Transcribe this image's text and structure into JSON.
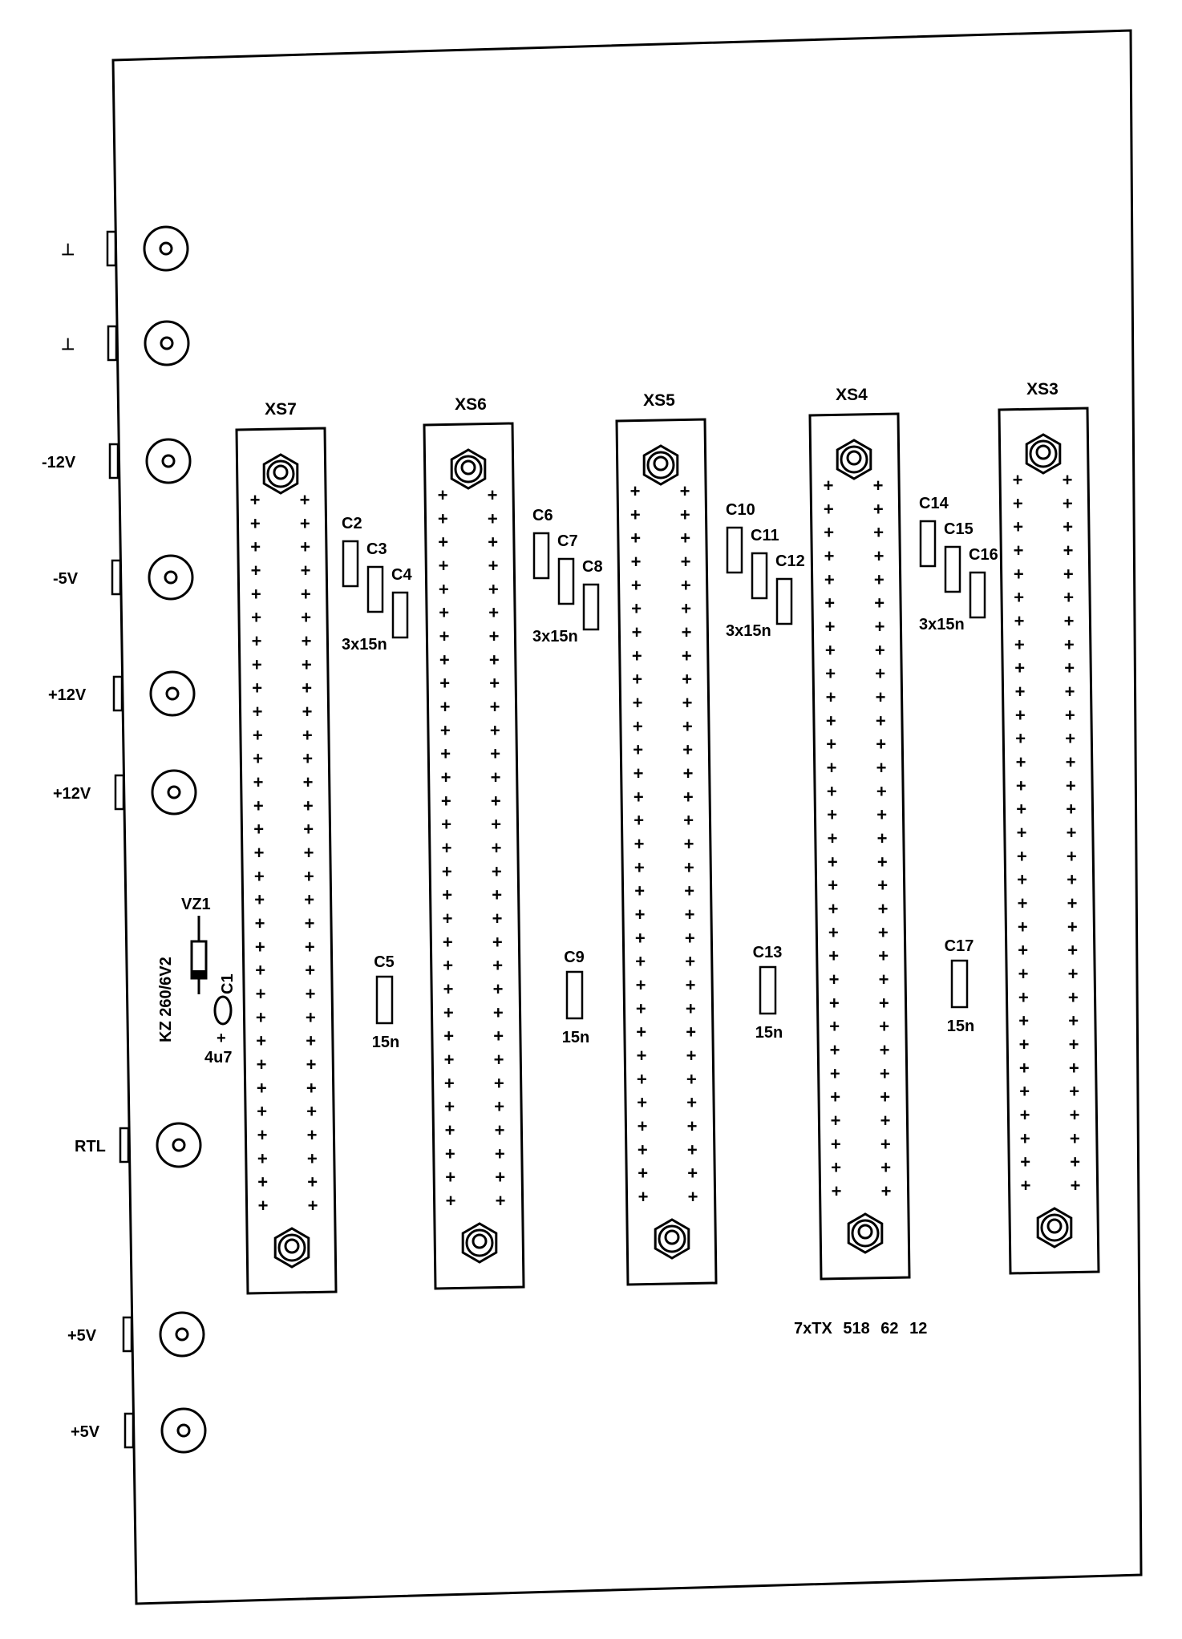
{
  "terminals": [
    {
      "label": "⊥"
    },
    {
      "label": "⊥"
    },
    {
      "label": "-12V"
    },
    {
      "label": "-5V"
    },
    {
      "label": "+12V"
    },
    {
      "label": "+12V"
    },
    {
      "label": "RTL"
    },
    {
      "label": "+5V"
    },
    {
      "label": "+5V"
    }
  ],
  "slots": [
    {
      "label": "XS7"
    },
    {
      "label": "XS6"
    },
    {
      "label": "XS5"
    },
    {
      "label": "XS4"
    },
    {
      "label": "XS3"
    }
  ],
  "pins_per_column": 31,
  "capacitor_groups": [
    {
      "labels": [
        "C2",
        "C3",
        "C4"
      ],
      "value": "3x15n"
    },
    {
      "labels": [
        "C6",
        "C7",
        "C8"
      ],
      "value": "3x15n"
    },
    {
      "labels": [
        "C10",
        "C11",
        "C12"
      ],
      "value": "3x15n"
    },
    {
      "labels": [
        "C14",
        "C15",
        "C16"
      ],
      "value": "3x15n"
    }
  ],
  "single_caps": [
    {
      "label": "C5",
      "value": "15n"
    },
    {
      "label": "C9",
      "value": "15n"
    },
    {
      "label": "C13",
      "value": "15n"
    },
    {
      "label": "C17",
      "value": "15n"
    }
  ],
  "zener": {
    "ref": "VZ1",
    "part": "KZ 260/6V2"
  },
  "cap_c1": {
    "ref": "C1",
    "polarity": "+",
    "value": "4u7"
  },
  "part_number": "7xTX 518 62 12",
  "ink_color": "#000000",
  "paper_color": "#ffffff"
}
